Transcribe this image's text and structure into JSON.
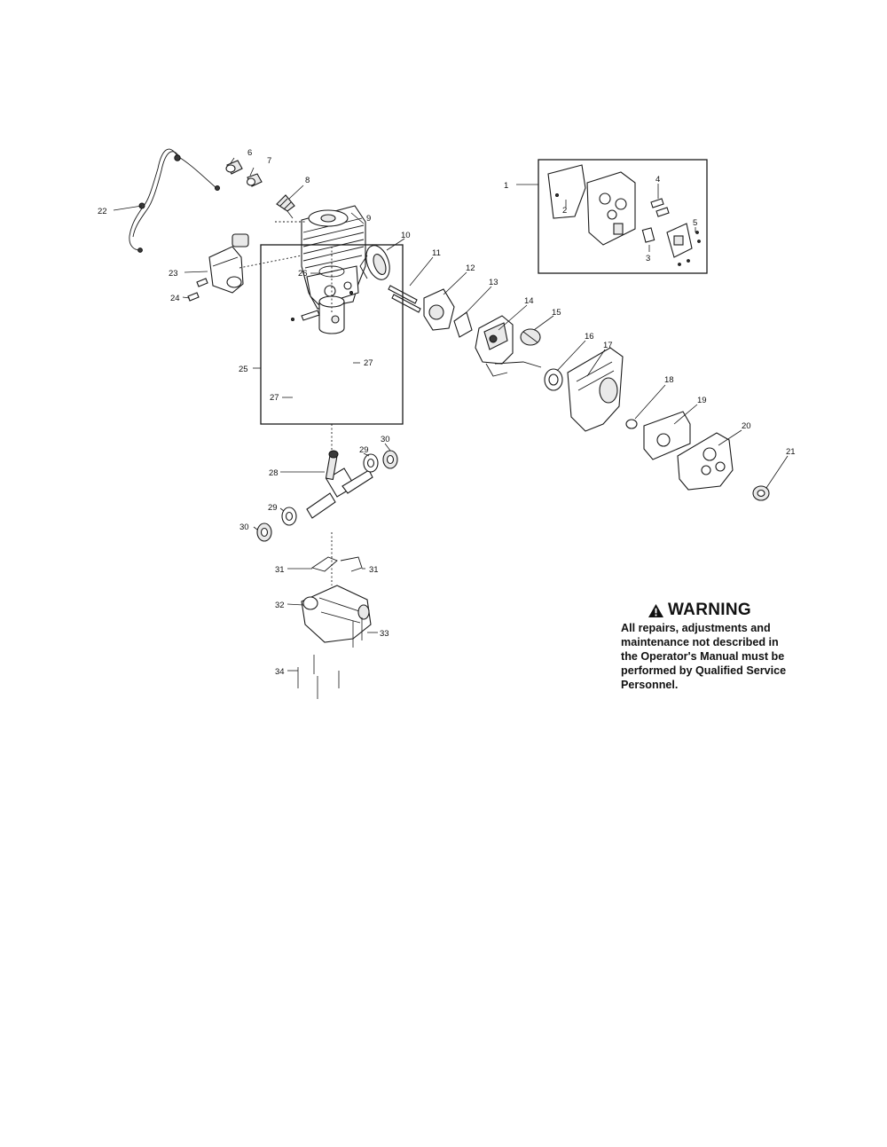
{
  "callouts": {
    "c1": "1",
    "c2": "2",
    "c3": "3",
    "c4": "4",
    "c5": "5",
    "c6": "6",
    "c7": "7",
    "c8": "8",
    "c9": "9",
    "c10": "10",
    "c11": "11",
    "c12": "12",
    "c13": "13",
    "c14": "14",
    "c15": "15",
    "c16": "16",
    "c17": "17",
    "c18": "18",
    "c19": "19",
    "c20": "20",
    "c21": "21",
    "c22": "22",
    "c23": "23",
    "c24": "24",
    "c25": "25",
    "c26": "26",
    "c27a": "27",
    "c27b": "27",
    "c28": "28",
    "c29a": "29",
    "c29b": "29",
    "c30a": "30",
    "c30b": "30",
    "c31a": "31",
    "c31b": "31",
    "c32": "32",
    "c33": "33",
    "c34": "34"
  },
  "warning": {
    "title": "WARNING",
    "lines": [
      "All repairs, adjustments and",
      "maintenance not described in",
      "the Operator's Manual must be",
      "performed by Qualified Service",
      "Personnel."
    ]
  },
  "icons": {
    "warning_triangle": "warning-triangle-icon"
  }
}
